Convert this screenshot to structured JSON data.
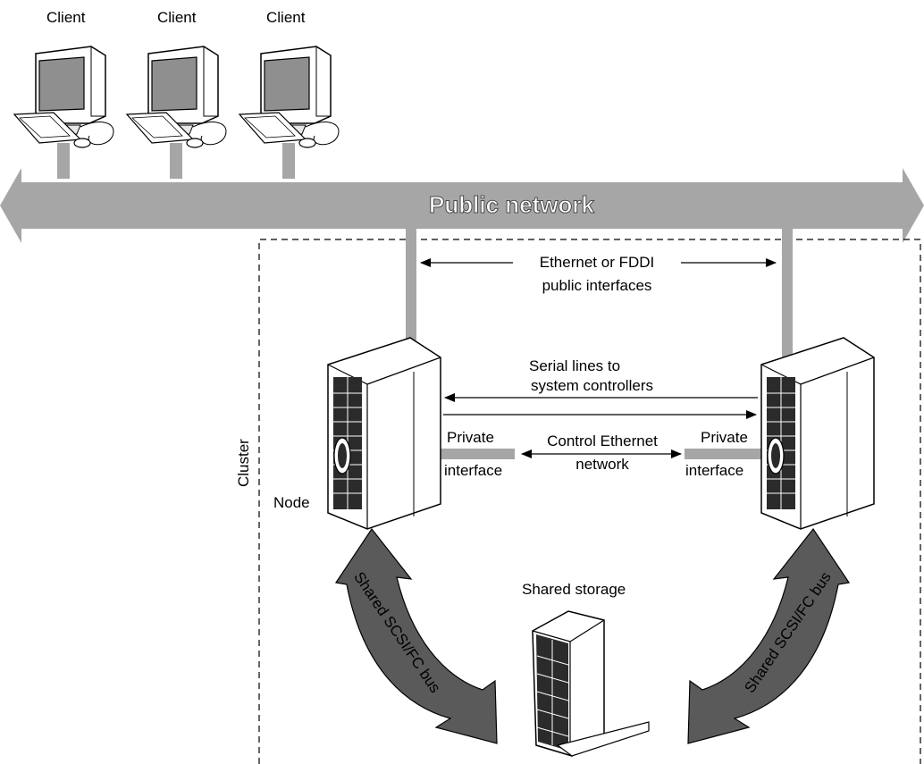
{
  "clients": [
    {
      "label": "Client"
    },
    {
      "label": "Client"
    },
    {
      "label": "Client"
    }
  ],
  "public_network": {
    "label": "Public network"
  },
  "cluster": {
    "label": "Cluster"
  },
  "public_interfaces": {
    "line1": "Ethernet or FDDI",
    "line2": "public interfaces"
  },
  "serial_lines": {
    "line1": "Serial lines to",
    "line2": "system controllers"
  },
  "private_interface_left": {
    "line1": "Private",
    "line2": "interface"
  },
  "private_interface_right": {
    "line1": "Private",
    "line2": "interface"
  },
  "control_ethernet": {
    "line1": "Control Ethernet",
    "line2": "network"
  },
  "node": {
    "label": "Node"
  },
  "shared_storage": {
    "label": "Shared storage"
  },
  "shared_bus_left": {
    "label": "Shared SCSI/FC bus"
  },
  "shared_bus_right": {
    "label": "Shared SCSI/FC bus"
  },
  "colors": {
    "network_gray": "#a6a6a6",
    "bus_dark": "#5a5a5a",
    "outline": "#000000"
  }
}
